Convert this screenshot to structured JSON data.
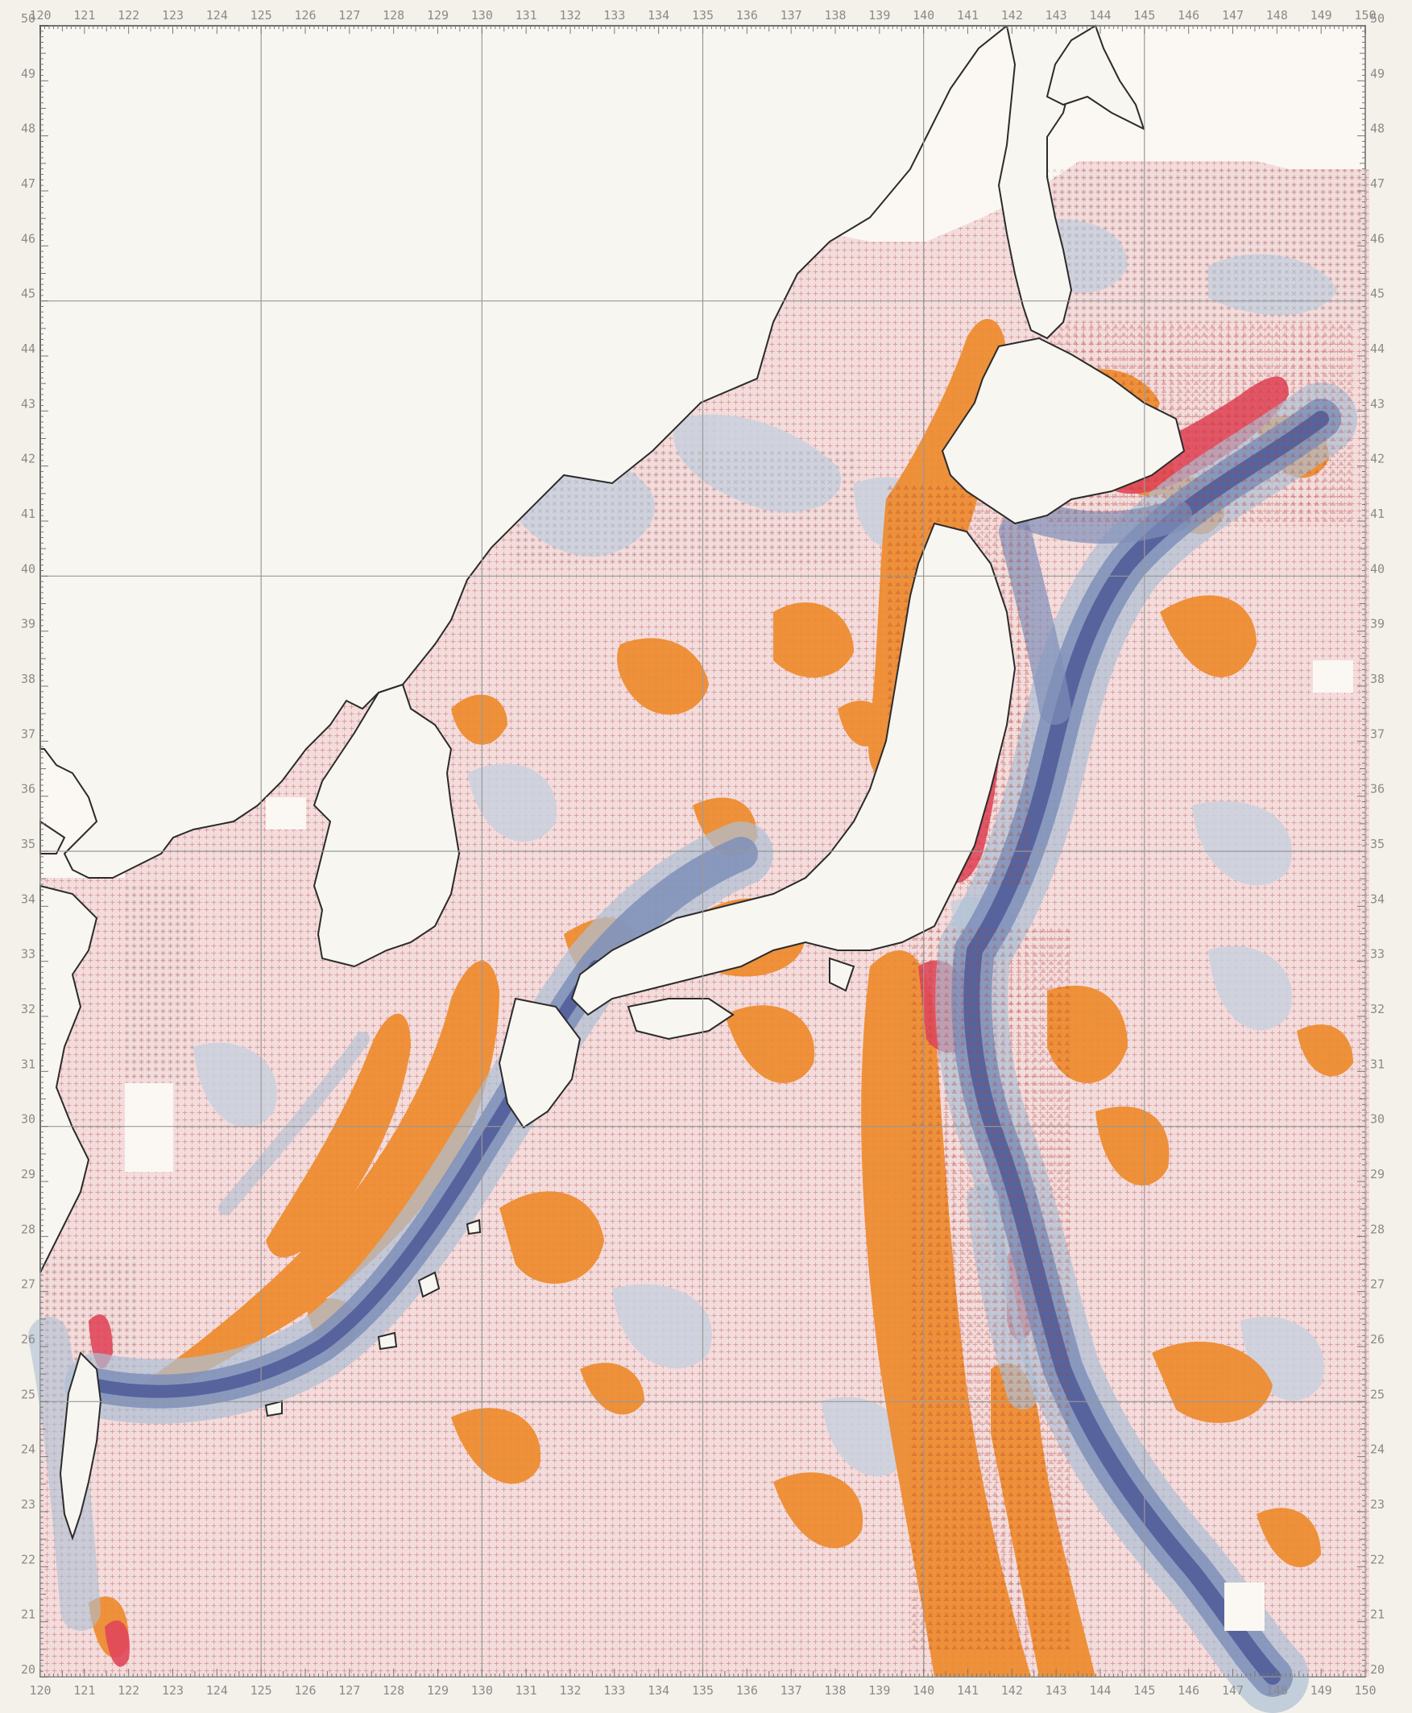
{
  "map": {
    "lon_range": [
      120,
      150
    ],
    "lat_range": [
      20,
      50
    ],
    "lon_labels": [
      "120",
      "121",
      "122",
      "123",
      "124",
      "125",
      "126",
      "127",
      "128",
      "129",
      "130",
      "131",
      "132",
      "133",
      "134",
      "135",
      "136",
      "137",
      "138",
      "139",
      "140",
      "141",
      "142",
      "143",
      "144",
      "145",
      "146",
      "147",
      "148",
      "149",
      "150"
    ],
    "lat_labels": [
      "20",
      "21",
      "22",
      "23",
      "24",
      "25",
      "26",
      "27",
      "28",
      "29",
      "30",
      "31",
      "32",
      "33",
      "34",
      "35",
      "36",
      "37",
      "38",
      "39",
      "40",
      "41",
      "42",
      "43",
      "44",
      "45",
      "46",
      "47",
      "48",
      "49",
      "50"
    ],
    "major_grid_step_deg": 5,
    "colors": {
      "paper": "#f4f1ea",
      "land": "#f7f6f1",
      "coast": "#2b2b2b",
      "high_red": "#e0475a",
      "orange": "#ee8a2c",
      "light_pink": "#f2d3d3",
      "light_blue": "#aebfd4",
      "mid_blue": "#7f8fb8",
      "deep_blue": "#4f5b98",
      "grid": "#999999",
      "label": "#8a8a8a"
    },
    "legend": []
  }
}
